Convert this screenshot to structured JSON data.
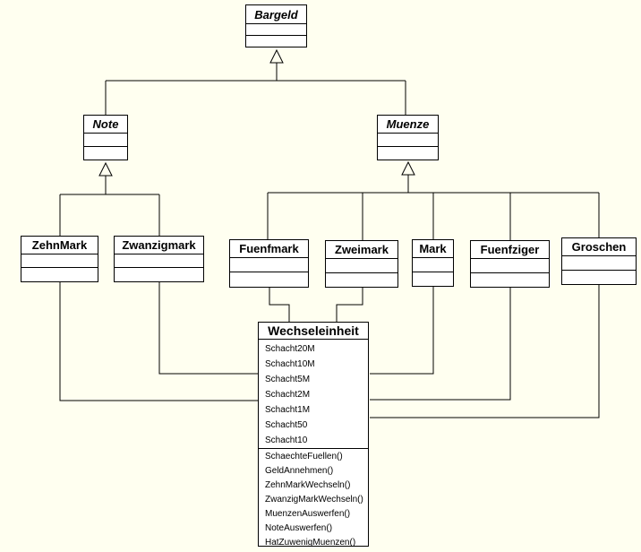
{
  "diagram": {
    "type": "uml-class-diagram",
    "background_color": "#FFFFF0",
    "box_fill_color": "#FFFFFF",
    "line_color": "#000000",
    "classes": {
      "bargeld": {
        "name": "Bargeld",
        "abstract": true
      },
      "note": {
        "name": "Note",
        "abstract": true
      },
      "muenze": {
        "name": "Muenze",
        "abstract": true
      },
      "zehnmark": {
        "name": "ZehnMark",
        "abstract": false
      },
      "zwanzigmark": {
        "name": "Zwanzigmark",
        "abstract": false
      },
      "fuenfmark": {
        "name": "Fuenfmark",
        "abstract": false
      },
      "zweimark": {
        "name": "Zweimark",
        "abstract": false
      },
      "mark": {
        "name": "Mark",
        "abstract": false
      },
      "fuenfziger": {
        "name": "Fuenfziger",
        "abstract": false
      },
      "groschen": {
        "name": "Groschen",
        "abstract": false
      },
      "wechseleinheit": {
        "name": "Wechseleinheit",
        "attributes": [
          "Schacht20M",
          "Schacht10M",
          "Schacht5M",
          "Schacht2M",
          "Schacht1M",
          "Schacht50",
          "Schacht10"
        ],
        "methods": [
          "SchaechteFuellen()",
          "GeldAnnehmen()",
          "ZehnMarkWechseln()",
          "ZwanzigMarkWechseln()",
          "MuenzenAuswerfen()",
          "NoteAuswerfen()",
          "HatZuwenigMuenzen()"
        ]
      }
    },
    "relations": {
      "generalizations": [
        {
          "parent": "Bargeld",
          "children": [
            "Note",
            "Muenze"
          ]
        },
        {
          "parent": "Note",
          "children": [
            "ZehnMark",
            "Zwanzigmark"
          ]
        },
        {
          "parent": "Muenze",
          "children": [
            "Fuenfmark",
            "Zweimark",
            "Mark",
            "Fuenfziger",
            "Groschen"
          ]
        }
      ],
      "associations": [
        {
          "from": "ZehnMark",
          "to": "Wechseleinheit"
        },
        {
          "from": "Zwanzigmark",
          "to": "Wechseleinheit"
        },
        {
          "from": "Fuenfmark",
          "to": "Wechseleinheit"
        },
        {
          "from": "Zweimark",
          "to": "Wechseleinheit"
        },
        {
          "from": "Mark",
          "to": "Wechseleinheit"
        },
        {
          "from": "Fuenfziger",
          "to": "Wechseleinheit"
        },
        {
          "from": "Groschen",
          "to": "Wechseleinheit"
        }
      ]
    }
  }
}
